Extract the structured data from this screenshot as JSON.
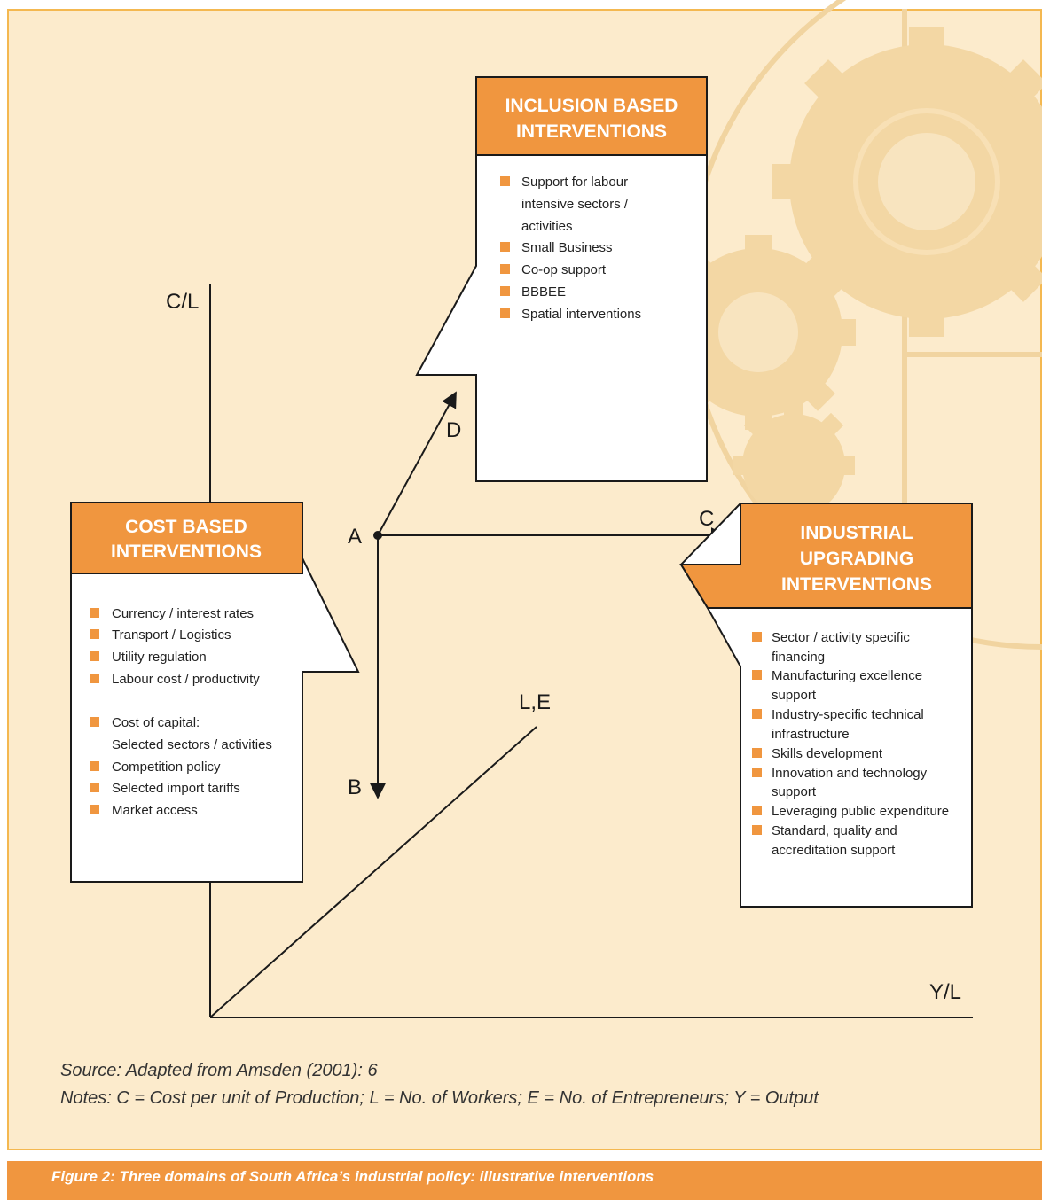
{
  "colors": {
    "background": "#fcebcc",
    "accent": "#f0963f",
    "gear": "#f3d7a4"
  },
  "axes": {
    "y_label": "C/L",
    "x_label": "Y/L",
    "z_label": "L,E"
  },
  "points": {
    "a": "A",
    "b": "B",
    "c": "C",
    "d": "D"
  },
  "inclusion": {
    "title_line1": "INCLUSION BASED",
    "title_line2": "INTERVENTIONS",
    "items": [
      "Support for labour",
      "intensive sectors /",
      "activities",
      "Small Business",
      "Co-op support",
      "BBBEE",
      "Spatial interventions"
    ]
  },
  "cost": {
    "title_line1": "COST BASED",
    "title_line2": "INTERVENTIONS",
    "items": [
      "Currency / interest rates",
      "Transport / Logistics",
      "Utility regulation",
      "Labour cost / productivity",
      "Cost of capital:",
      "Selected sectors / activities",
      "Competition policy",
      "Selected import tariffs",
      "Market access"
    ]
  },
  "industrial": {
    "title_line1": "INDUSTRIAL",
    "title_line2": "UPGRADING",
    "title_line3": "INTERVENTIONS",
    "items": [
      "Sector / activity specific",
      "financing",
      "Manufacturing excellence",
      "support",
      "Industry-specific technical",
      "infrastructure",
      "Skills development",
      "Innovation and technology",
      "support",
      "Leveraging public expenditure",
      "Standard, quality and",
      "accreditation support"
    ]
  },
  "source": "Source: Adapted from Amsden (2001): 6",
  "notes": "Notes: C = Cost per unit of Production; L = No. of Workers; E = No. of Entrepreneurs; Y = Output",
  "caption": "Figure 2: Three domains of South Africa’s industrial policy: illustrative interventions"
}
